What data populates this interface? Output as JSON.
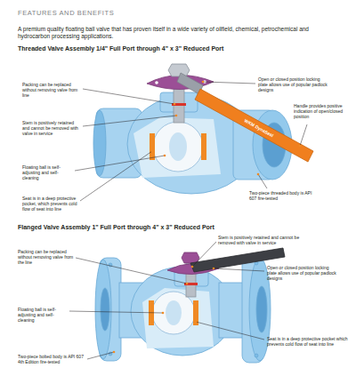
{
  "diagram": {
    "title": "FEATURES AND BENEFITS",
    "labels": [
      "A premium quality floating ball valve that has proven itself in a wide variety of oilfield, chemical, petrochemical and hydrocarbon processing applications.",
      "Threaded Valve Assembly 1/4\" Full Port through 4\" x 3\" Reduced Port",
      "Packing can be replaced without removing valve from line",
      "Open or closed position locking plate allows use of popular padlock designs",
      "Stem is positively retained and cannot be removed with valve in service",
      "Handle provides positive indication of open/closed position",
      "WKM DynaSeal",
      "Floating ball is self-adjusting and self-cleaning",
      "Two-piece threaded body is API 607 fire-tested",
      "Seat is in a deep protective pocket, which prevents cold flow of seat into line",
      "Flanged Valve Assembly 1\" Full Port through 4\" x 3\" Reduced Port",
      "Packing can be replaced without removing valve from the line",
      "Stem is positively retained and cannot be removed with valve in service",
      "Open or closed position locking plate allows use of popular padlock designs",
      "Floating ball is self-adjusting and self-cleaning",
      "Two-piece bolted body is API 607 4th Edition fire-tested",
      "Seat is in a deep protective pocket which prevents cold flow of seat into line"
    ]
  }
}
